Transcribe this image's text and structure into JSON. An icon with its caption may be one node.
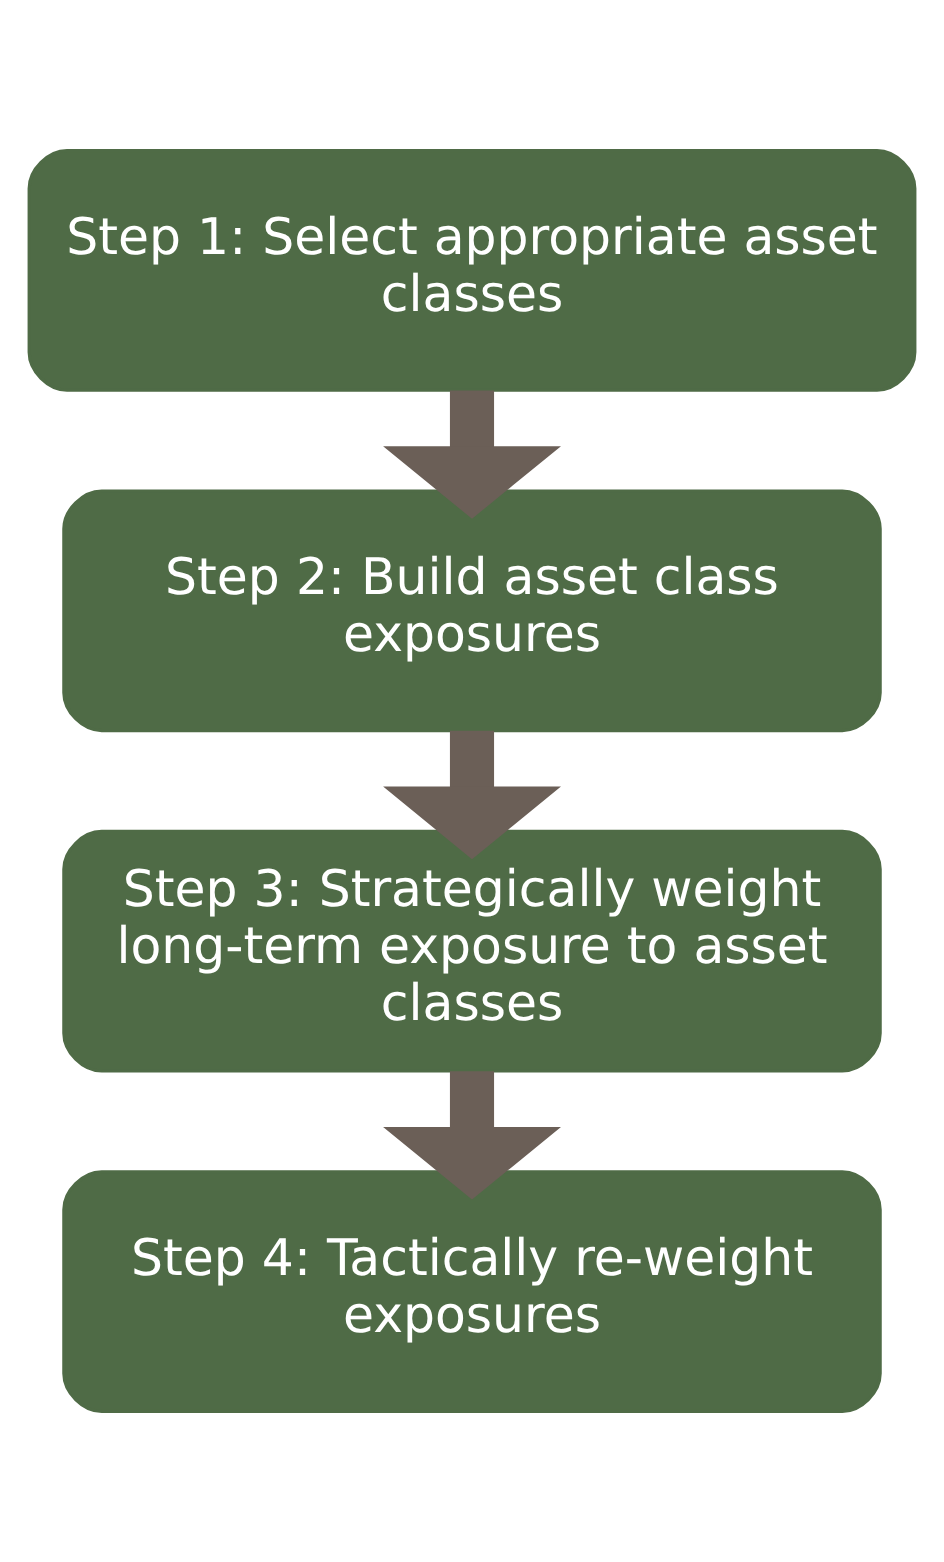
{
  "diagram": {
    "nodes": [
      {
        "text": [
          "Step 1: Select appropriate asset classes"
        ]
      },
      {
        "text": [
          "Step 2: Build asset class exposures"
        ]
      },
      {
        "text": [
          "Step 3: Strategically weight long-term exposure to asset classes"
        ]
      },
      {
        "text": [
          "Step 4: Tactically re-weight exposures"
        ]
      }
    ],
    "edges": [
      {
        "from": 0,
        "to": 1,
        "arrow": "to"
      },
      {
        "from": 1,
        "to": 2,
        "arrow": "to"
      },
      {
        "from": 2,
        "to": 3,
        "arrow": "to"
      }
    ]
  }
}
